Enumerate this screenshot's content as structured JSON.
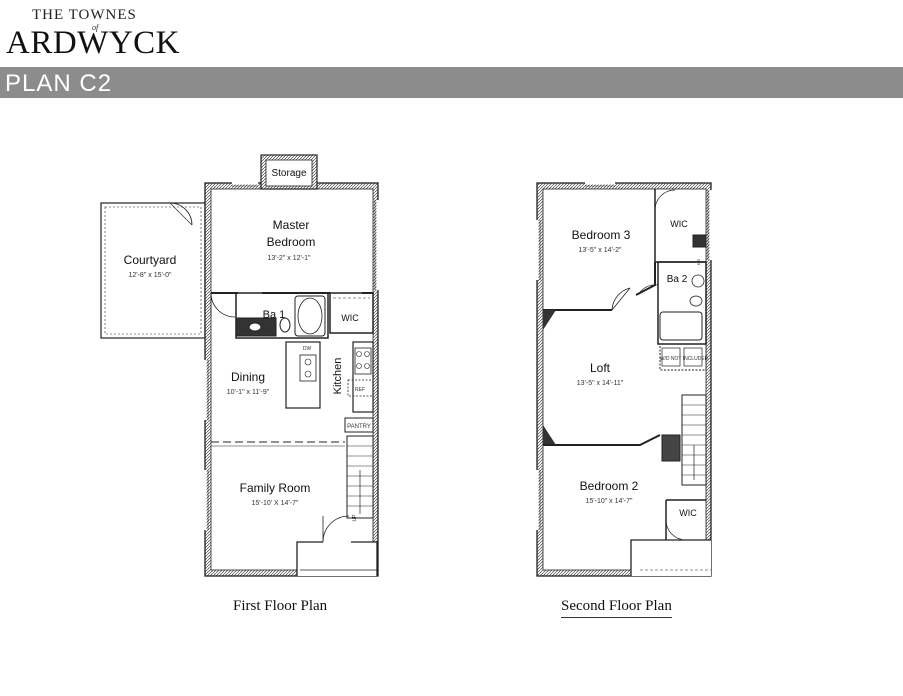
{
  "brand": {
    "line1": "THE TOWNES",
    "line_of": "of",
    "line2": "ARDWYCK"
  },
  "banner": {
    "title": "PLAN C2"
  },
  "first_floor": {
    "caption": "First Floor Plan",
    "rooms": {
      "storage": "Storage",
      "master_line1": "Master",
      "master_line2": "Bedroom",
      "master_dim": "13'-2\" x 12'-1\"",
      "courtyard": "Courtyard",
      "courtyard_dim": "12'-8\" x 15'-0\"",
      "bath": "Ba 1",
      "wic": "WIC",
      "dining": "Dining",
      "dining_dim": "10'-1\" x 11'-9\"",
      "kitchen": "Kitchen",
      "dw": "DW",
      "ref": "REF",
      "pantry": "PANTRY",
      "family": "Family Room",
      "family_dim": "15'-10' X 14'-7\"",
      "up": "UP"
    }
  },
  "second_floor": {
    "caption": "Second Floor Plan",
    "rooms": {
      "bedroom3": "Bedroom 3",
      "bedroom3_dim": "13'-5\" x 14'-2\"",
      "wic_top": "WIC",
      "ba2": "Ba 2",
      "ks": "K S",
      "wd": "W/D NOT INCLUDED",
      "loft": "Loft",
      "loft_dim": "13'-5\" x 14'-11\"",
      "bedroom2": "Bedroom 2",
      "bedroom2_dim": "15'-10\" x 14'-7\"",
      "wic_bottom": "WIC"
    }
  }
}
